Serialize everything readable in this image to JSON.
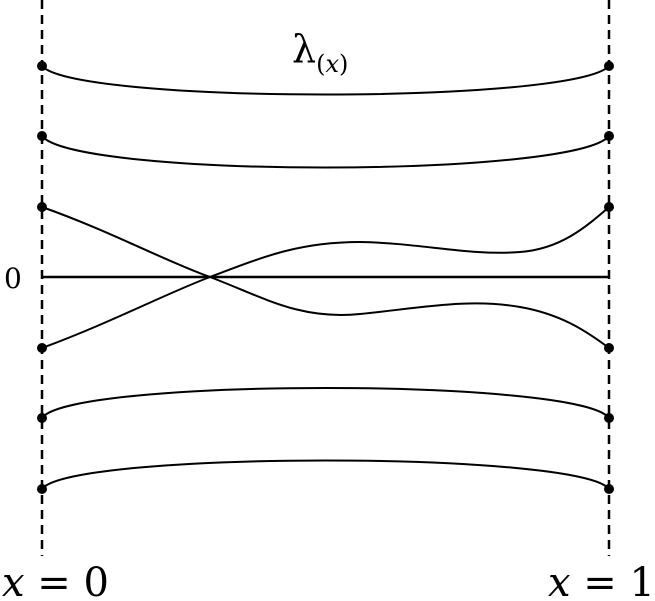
{
  "title": {
    "symbol": "λ",
    "sub_open": "(",
    "sub_var": "x",
    "sub_close": ")"
  },
  "zero_label": "0",
  "left_label": {
    "var": "x",
    "rest": " = 0"
  },
  "right_label": {
    "var": "x",
    "rest": " = 1"
  },
  "colors": {
    "ink": "#000000",
    "background": "#ffffff"
  }
}
